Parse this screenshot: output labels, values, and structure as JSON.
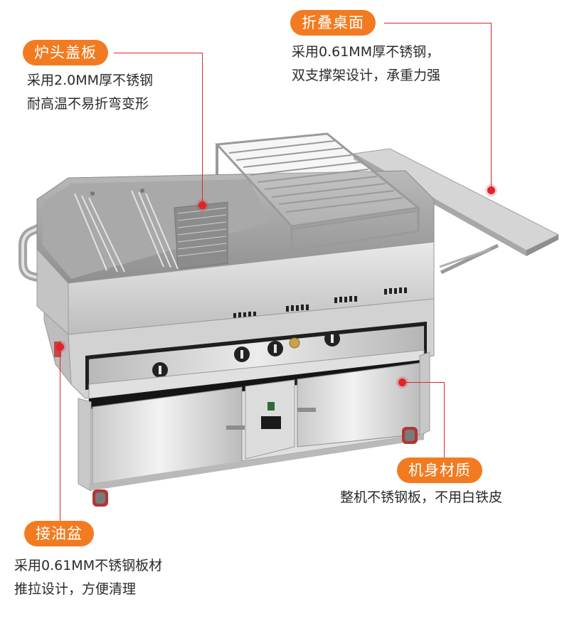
{
  "callouts": {
    "burner_cover": {
      "title": "炉头盖板",
      "lines": [
        "采用2.0MM厚不锈钢",
        "耐高温不易折弯变形"
      ]
    },
    "fold_table": {
      "title": "折叠桌面",
      "lines": [
        "采用0.61MM厚不锈钢，",
        "双支撑架设计，承重力强"
      ]
    },
    "body_material": {
      "title": "机身材质",
      "lines": [
        "整机不锈钢板，不用白铁皮"
      ]
    },
    "oil_tray": {
      "title": "接油盆",
      "lines": [
        "采用0.61MM不锈钢板材",
        "推拉设计，方便清理"
      ]
    }
  },
  "colors": {
    "tag_bg": "#f27b21",
    "leader_line": "#e0242a",
    "steel_light": "#d9d9d9",
    "steel_dark": "#9a9a9a"
  }
}
